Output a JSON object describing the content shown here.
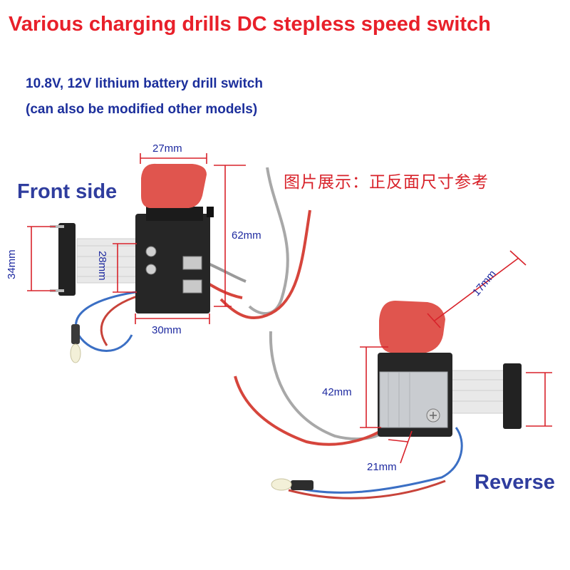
{
  "header": {
    "title": "Various charging drills DC stepless speed switch",
    "subtitle_line1": "10.8V, 12V lithium battery drill switch",
    "subtitle_line2": "(can also be modified other models)"
  },
  "labels": {
    "front_side": "Front side",
    "reverse": "Reverse",
    "chinese_caption": "图片展示：正反面尺寸参考"
  },
  "dimensions": {
    "front_top_width": "27mm",
    "front_height": "62mm",
    "front_side_height": "34mm",
    "front_body_height": "28mm",
    "front_bottom_width": "30mm",
    "reverse_trigger": "17mm",
    "reverse_height": "42mm",
    "reverse_depth": "21mm"
  },
  "colors": {
    "title": "#e8202a",
    "subtitle": "#1c2f9c",
    "side_label": "#2f3d9e",
    "dimension_line": "#d8222a",
    "trigger": "#e0554e"
  }
}
